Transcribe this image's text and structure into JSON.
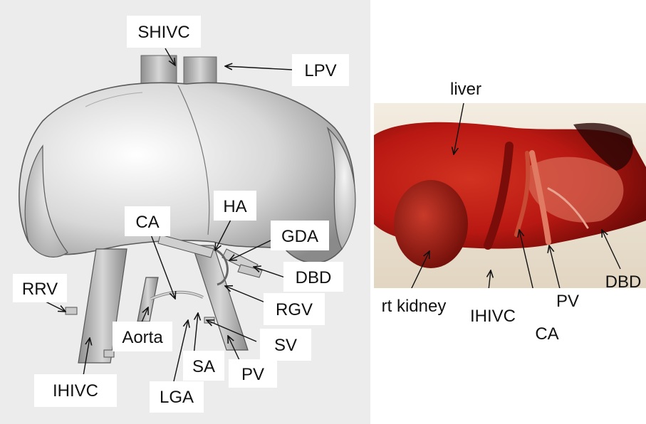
{
  "drawing": {
    "labels": {
      "shivc": "SHIVC",
      "lpv": "LPV",
      "ha": "HA",
      "ca": "CA",
      "gda": "GDA",
      "dbd": "DBD",
      "rgv": "RGV",
      "rrv": "RRV",
      "aorta": "Aorta",
      "sv": "SV",
      "sa": "SA",
      "pv": "PV",
      "ihivc": "IHIVC",
      "lga": "LGA"
    }
  },
  "photo": {
    "labels": {
      "liver": "liver",
      "rt_kidney": "rt kidney",
      "ihivc": "IHIVC",
      "ca": "CA",
      "pv": "PV",
      "dbd": "DBD"
    }
  },
  "colors": {
    "label_color": "#111111",
    "drawing_background": "#ececec",
    "tissue_red": "#b81812",
    "tissue_dark": "#6e0a07",
    "gauze": "#efe6d6"
  }
}
